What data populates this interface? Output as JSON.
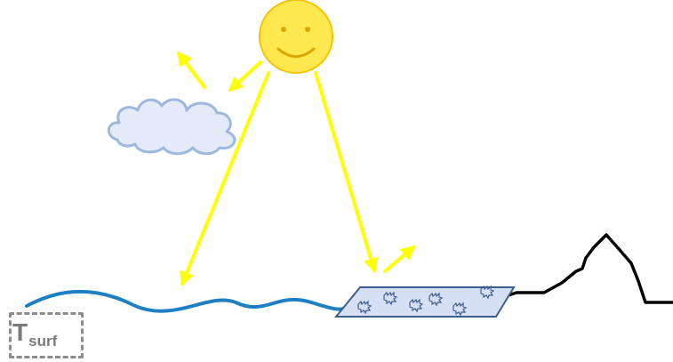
{
  "diagram": {
    "label_main": "T",
    "label_sub": "surf",
    "colors": {
      "sun_fill": "#FFE84D",
      "sun_edge": "#F5C400",
      "sun_face": "#D9A800",
      "ray": "#FFFF00",
      "ocean": "#1E7FC4",
      "cloud_fill": "#E4EAF6",
      "cloud_edge": "#9DB8DE",
      "ice_fill": "#D6E0F4",
      "ice_edge": "#3E5E8E",
      "land": "#000000",
      "label_box": "#8C8C8C"
    },
    "icons": [
      "sun-icon",
      "cloud-icon",
      "ocean-wave",
      "sea-ice-patch",
      "mountain-terrain"
    ]
  }
}
